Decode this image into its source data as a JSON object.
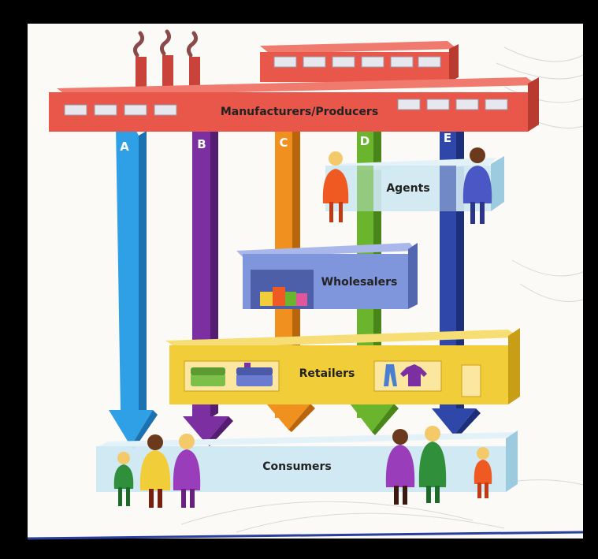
{
  "diagram": {
    "labels": {
      "manufacturers": "Manufacturers/Producers",
      "agents": "Agents",
      "wholesalers": "Wholesalers",
      "retailers": "Retailers",
      "consumers": "Consumers"
    },
    "channels": [
      {
        "letter": "A",
        "color": "#2f9fe6",
        "path": "Manufacturers/Producers → Consumers"
      },
      {
        "letter": "B",
        "color": "#7b2fa0",
        "path": "Manufacturers/Producers → Retailers → Consumers"
      },
      {
        "letter": "C",
        "color": "#f0901e",
        "path": "Manufacturers/Producers → Wholesalers → Retailers → Consumers"
      },
      {
        "letter": "D",
        "color": "#6ab42e",
        "path": "Manufacturers/Producers → Agents → Wholesalers → Retailers → Consumers"
      },
      {
        "letter": "E",
        "color": "#2f47a8",
        "path": "Manufacturers/Producers → Agents → Retailers → Consumers"
      }
    ],
    "colors": {
      "factory": "#e8574a",
      "factory_dark": "#b93b30",
      "agents_band": "#cfe8f2",
      "wholesaler": "#7f95dc",
      "retailer": "#f2cd3a",
      "consumers_band": "#cfe8f2",
      "paper": "#fbfaf6"
    },
    "icons": [
      "smokestack-icon",
      "person-icon",
      "sofa-icon",
      "clothes-icon",
      "boxes-icon"
    ]
  }
}
